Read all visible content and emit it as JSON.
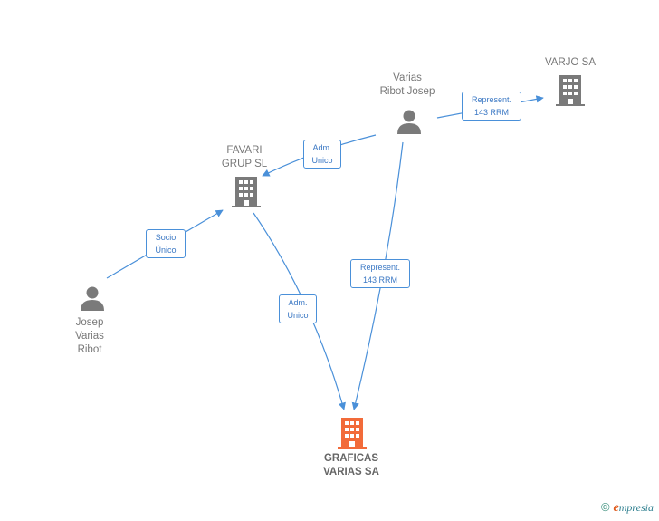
{
  "nodes": {
    "varias_ribot_josep": {
      "lines": [
        "Varias",
        "Ribot Josep"
      ],
      "type": "person"
    },
    "varjo_sa": {
      "lines": [
        "VARJO SA"
      ],
      "type": "company"
    },
    "favari_grup_sl": {
      "lines": [
        "FAVARI",
        "GRUP SL"
      ],
      "type": "company"
    },
    "josep_varias_ribot": {
      "lines": [
        "Josep",
        "Varias",
        "Ribot"
      ],
      "type": "person"
    },
    "graficas_varias_sa": {
      "lines": [
        "GRAFICAS",
        "VARIAS SA"
      ],
      "type": "company-focus"
    }
  },
  "edges": {
    "represent_varjo": {
      "lines": [
        "Represent.",
        "143 RRM"
      ]
    },
    "adm_favari": {
      "lines": [
        "Adm.",
        "Unico"
      ]
    },
    "socio_unico": {
      "lines": [
        "Socio",
        "Único"
      ]
    },
    "adm_graficas": {
      "lines": [
        "Adm.",
        "Unico"
      ]
    },
    "represent_graficas": {
      "lines": [
        "Represent.",
        "143 RRM"
      ]
    }
  },
  "colors": {
    "edge": "#4a90d9",
    "node_icon": "#7a7a7a",
    "focus_icon": "#f26b3a"
  },
  "footer": {
    "copyright_symbol": "©",
    "brand_initial": "e",
    "brand_rest": "mpresia"
  }
}
